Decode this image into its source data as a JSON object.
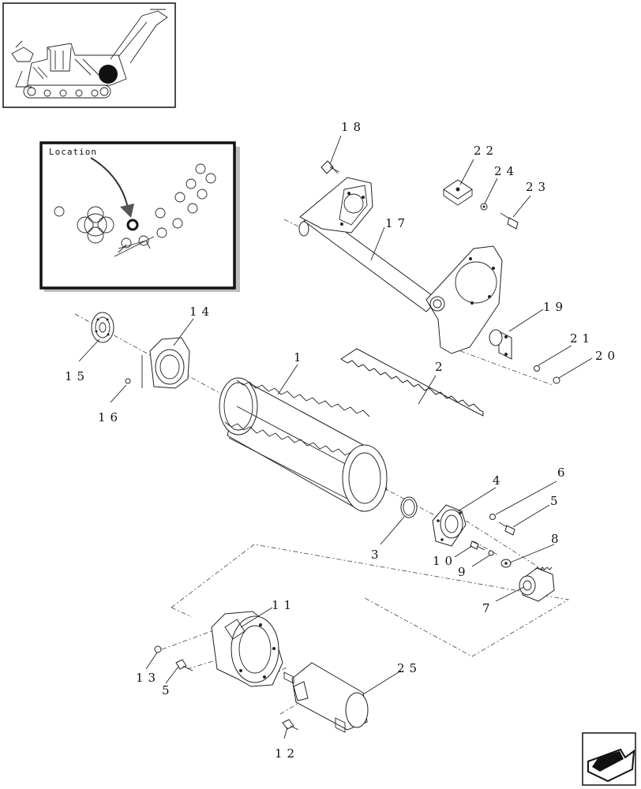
{
  "location_inset": {
    "title": "Location"
  },
  "callouts": [
    {
      "id": "c18",
      "label": "18"
    },
    {
      "id": "c22",
      "label": "22"
    },
    {
      "id": "c24",
      "label": "24"
    },
    {
      "id": "c23",
      "label": "23"
    },
    {
      "id": "c17",
      "label": "17"
    },
    {
      "id": "c19",
      "label": "19"
    },
    {
      "id": "c21",
      "label": "21"
    },
    {
      "id": "c20",
      "label": "20"
    },
    {
      "id": "c14",
      "label": "14"
    },
    {
      "id": "c15",
      "label": "15"
    },
    {
      "id": "c16",
      "label": "16"
    },
    {
      "id": "c1",
      "label": "1"
    },
    {
      "id": "c2",
      "label": "2"
    },
    {
      "id": "c4",
      "label": "4"
    },
    {
      "id": "c6",
      "label": "6"
    },
    {
      "id": "c5a",
      "label": "5"
    },
    {
      "id": "c8",
      "label": "8"
    },
    {
      "id": "c3",
      "label": "3"
    },
    {
      "id": "c10",
      "label": "10"
    },
    {
      "id": "c9",
      "label": "9"
    },
    {
      "id": "c7",
      "label": "7"
    },
    {
      "id": "c11",
      "label": "11"
    },
    {
      "id": "c13",
      "label": "13"
    },
    {
      "id": "c5b",
      "label": "5"
    },
    {
      "id": "c25",
      "label": "25"
    },
    {
      "id": "c12",
      "label": "12"
    }
  ]
}
